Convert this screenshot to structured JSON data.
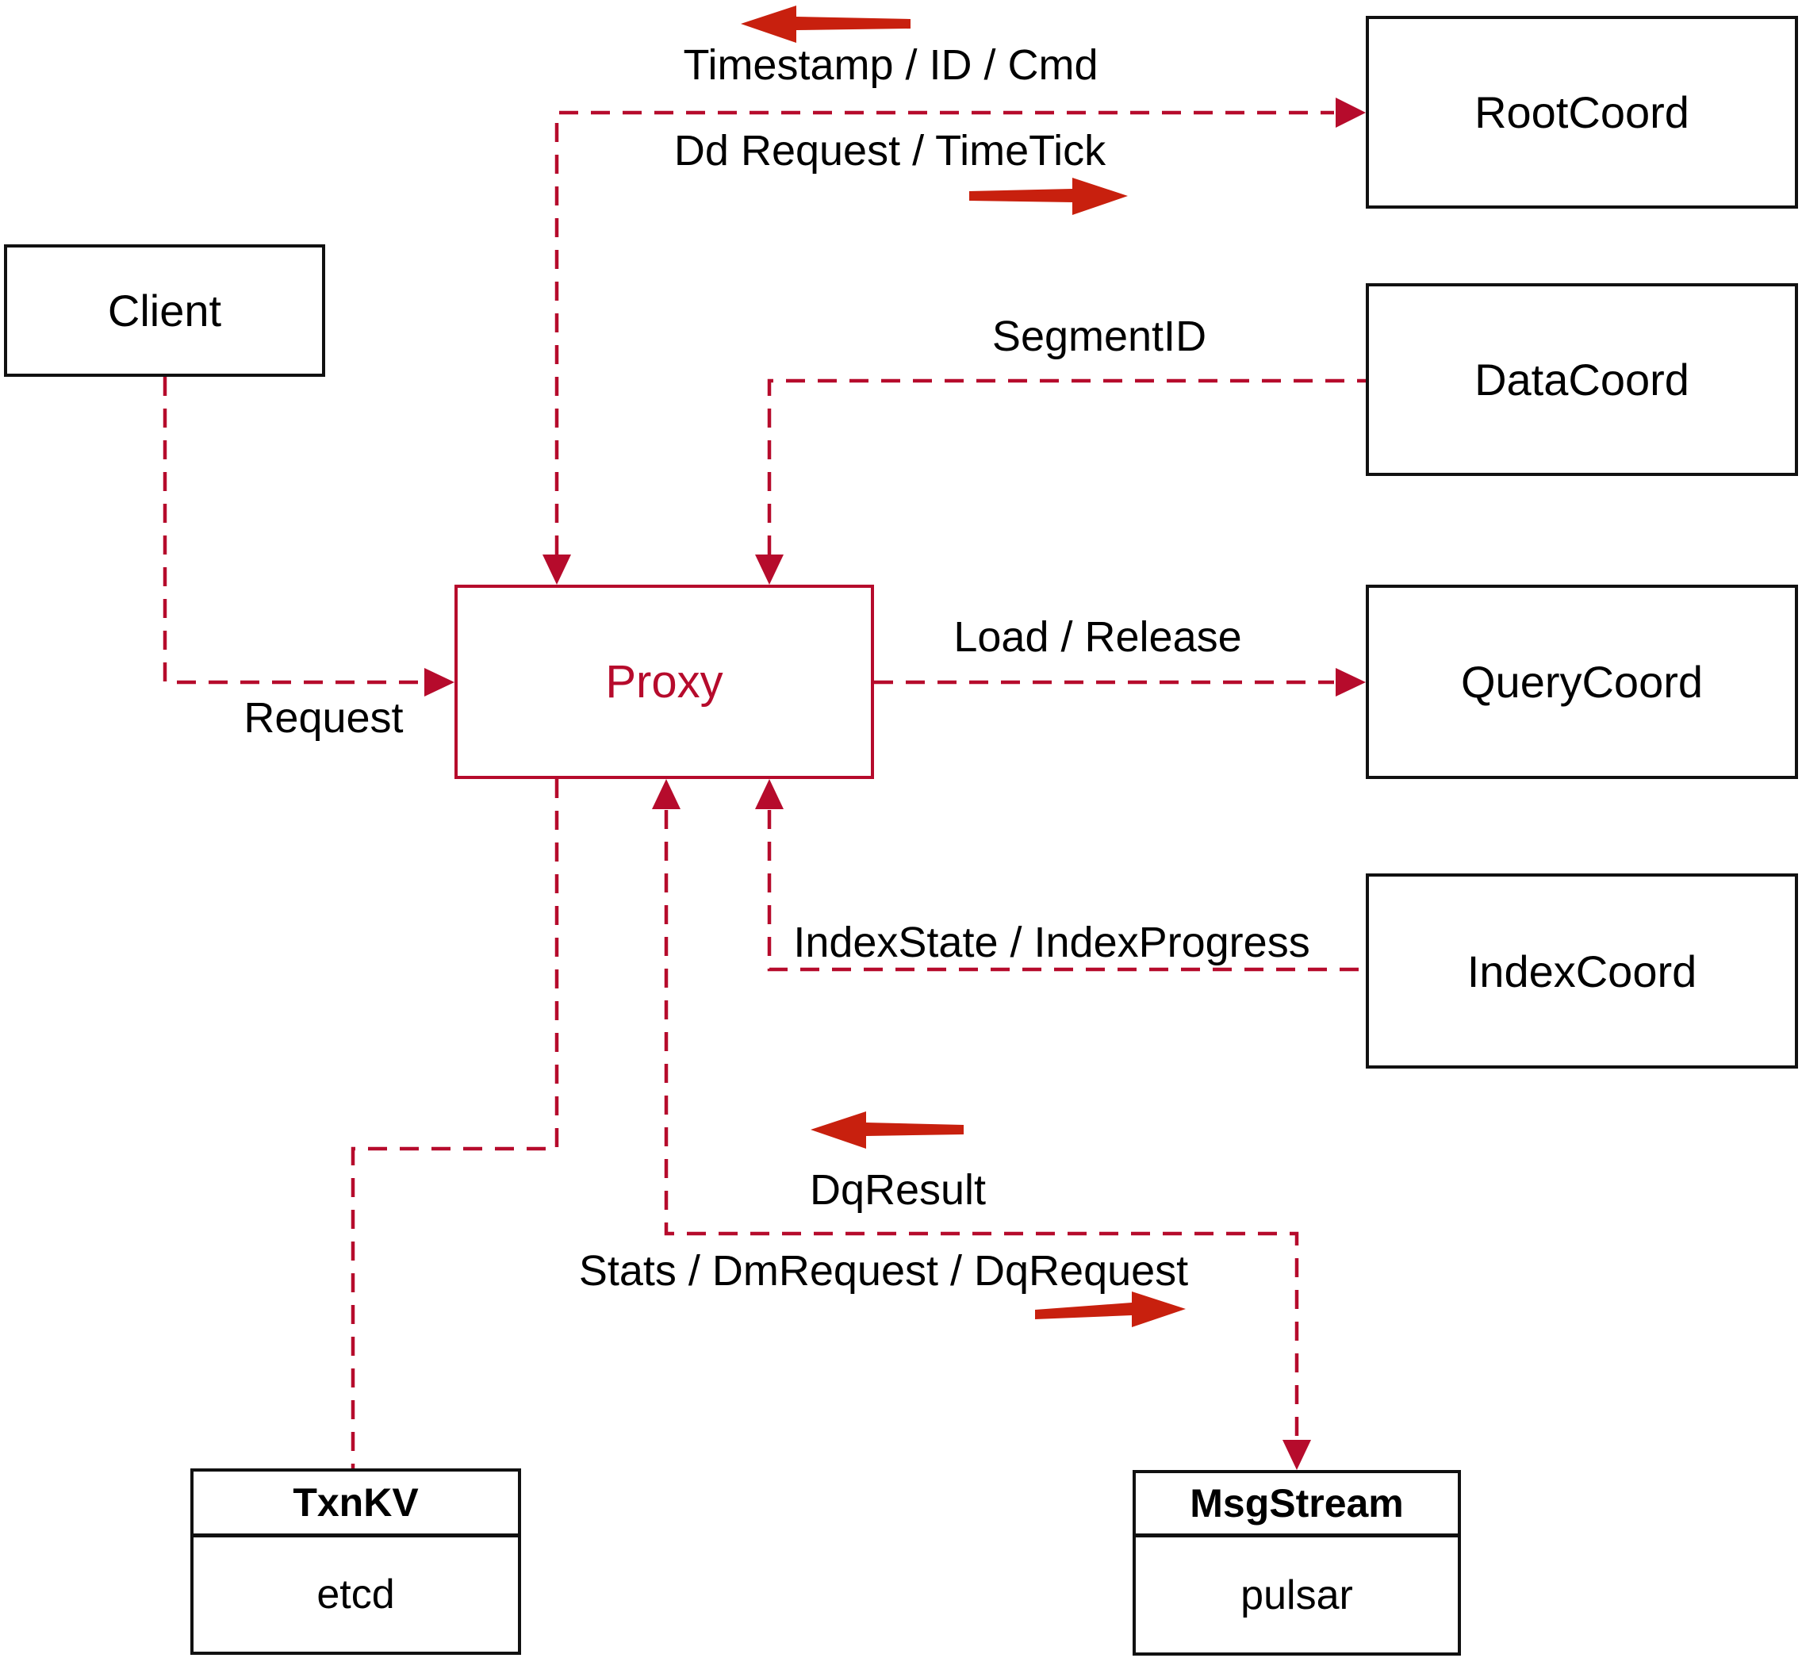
{
  "diagram": {
    "nodes": {
      "client": {
        "label": "Client"
      },
      "proxy": {
        "label": "Proxy"
      },
      "root_coord": {
        "label": "RootCoord"
      },
      "data_coord": {
        "label": "DataCoord"
      },
      "query_coord": {
        "label": "QueryCoord"
      },
      "index_coord": {
        "label": "IndexCoord"
      },
      "txn_kv": {
        "title": "TxnKV",
        "impl": "etcd"
      },
      "msg_stream": {
        "title": "MsgStream",
        "impl": "pulsar"
      }
    },
    "edge_labels": {
      "root_up": "Timestamp / ID / Cmd",
      "root_down": "Dd Request / TimeTick",
      "segment": "SegmentID",
      "query": "Load / Release",
      "index": "IndexState / IndexProgress",
      "dq_result": "DqResult",
      "stats": "Stats / DmRequest / DqRequest",
      "request": "Request"
    },
    "colors": {
      "dashed_red": "#b60b2c",
      "arrow_red": "#c8200e",
      "box_border": "#111111",
      "text": "#000000"
    }
  }
}
